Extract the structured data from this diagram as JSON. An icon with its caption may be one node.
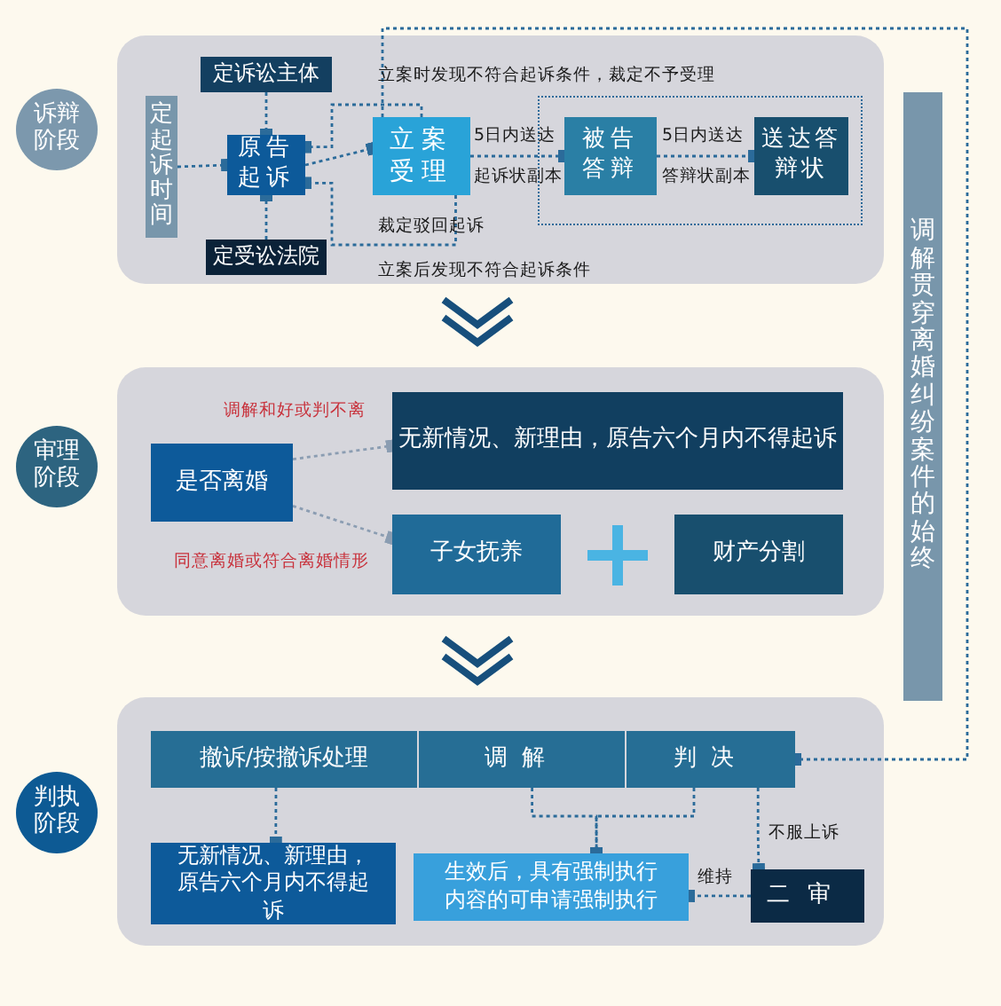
{
  "diagram": {
    "nodes": [
      {
        "text": [
          "诉辩阶段"
        ]
      },
      {
        "text": [
          "定诉讼主体"
        ]
      },
      {
        "text": [
          "定起诉时间"
        ]
      },
      {
        "text": [
          "原告起诉"
        ]
      },
      {
        "text": [
          "定受讼法院"
        ]
      },
      {
        "text": [
          "立案受理"
        ]
      },
      {
        "text": [
          "被告答辩"
        ]
      },
      {
        "text": [
          "送达答辩状"
        ]
      },
      {
        "text": [
          "审理阶段"
        ]
      },
      {
        "text": [
          "是否离婚"
        ]
      },
      {
        "text": [
          "无新情况、新理由，原告六个月内不得起诉"
        ]
      },
      {
        "text": [
          "子女抚养"
        ]
      },
      {
        "text": [
          "财产分割"
        ]
      },
      {
        "text": [
          "判执阶段"
        ]
      },
      {
        "text": [
          "撤诉/按撤诉处理"
        ]
      },
      {
        "text": [
          "调解"
        ]
      },
      {
        "text": [
          "判决"
        ]
      },
      {
        "text": [
          "无新情况、新理由，原告六个月内不得起诉"
        ]
      },
      {
        "text": [
          "生效后，具有强制执行内容的可申请强制执行"
        ]
      },
      {
        "text": [
          "二审"
        ]
      },
      {
        "text": [
          "调解贯穿离婚纠纷案件的始终"
        ]
      }
    ],
    "edges": [
      {
        "from": 2,
        "to": 3,
        "arrow": "other"
      },
      {
        "from": 1,
        "to": 3,
        "arrow": "other"
      },
      {
        "from": 4,
        "to": 3,
        "arrow": "other"
      },
      {
        "from": 3,
        "to": 5,
        "arrow": "other"
      },
      {
        "from": 5,
        "to": 6,
        "arrow": "other",
        "label": "5日内送达"
      },
      {
        "from": 6,
        "to": 7,
        "arrow": "other",
        "label": "5日内送达"
      },
      {
        "from": 5,
        "to": 3,
        "arrow": "other",
        "label": "立案时发现不符合起诉条件，裁定不予受理"
      },
      {
        "from": 5,
        "to": 3,
        "arrow": "other",
        "label": "裁定驳回起诉"
      },
      {
        "from": 5,
        "to": 16,
        "arrow": "other"
      },
      {
        "from": 9,
        "to": 10,
        "arrow": "other",
        "label": "调解和好或判不离",
        "color": "#8b9db2"
      },
      {
        "from": 9,
        "to": 11,
        "arrow": "other",
        "label": "同意离婚或符合离婚情形",
        "color": "#8b9db2"
      },
      {
        "from": 14,
        "to": 17,
        "arrow": "other"
      },
      {
        "from": 15,
        "to": 18,
        "arrow": "other"
      },
      {
        "from": 16,
        "to": 18,
        "arrow": "other"
      },
      {
        "from": 16,
        "to": 19,
        "arrow": "other",
        "label": "不服上诉"
      },
      {
        "from": 19,
        "to": 18,
        "arrow": "other",
        "label": "维持"
      }
    ],
    "labels": [
      "起诉状副本",
      "答辩状副本",
      "立案后发现不符合起诉条件"
    ]
  }
}
